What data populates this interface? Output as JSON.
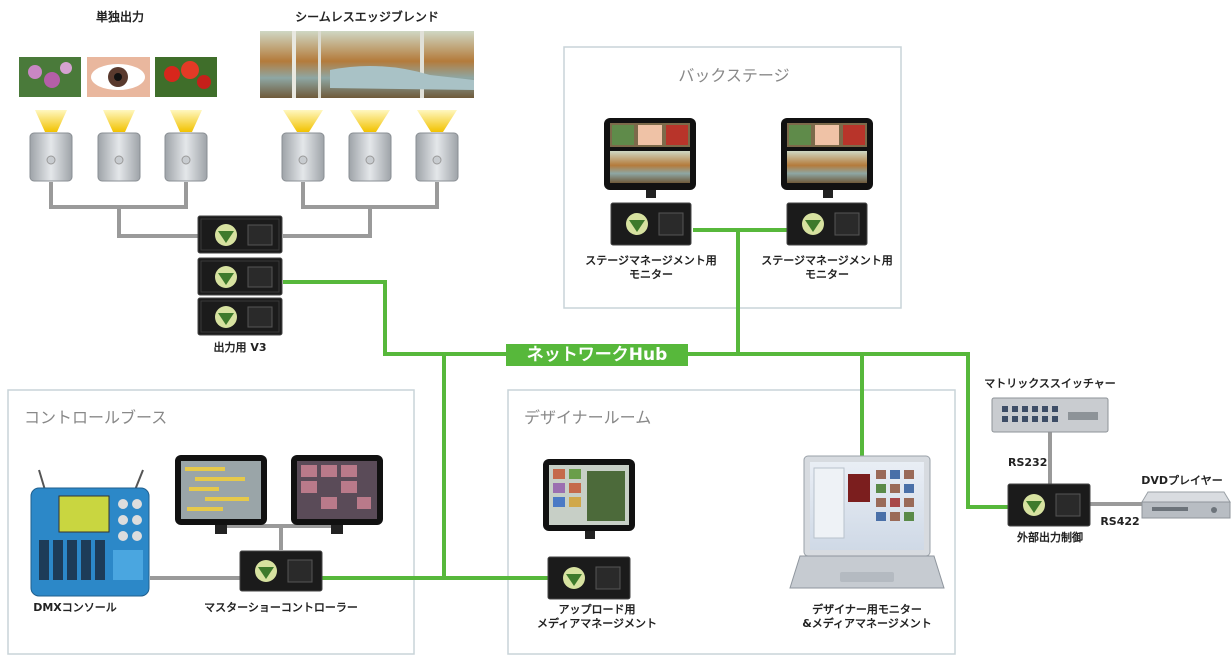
{
  "colors": {
    "network": "#57b83b",
    "cable": "#9a9a9a",
    "room_border": "#c8d4d8",
    "hub_bg": "#57b83b"
  },
  "titles": {
    "single_output": "単独出力",
    "edge_blend": "シームレスエッジブレンド"
  },
  "rooms": {
    "backstage": "バックステージ",
    "control_booth": "コントロールブース",
    "designer_room": "デザイナールーム"
  },
  "hub": {
    "label": "ネットワークHub"
  },
  "labels": {
    "output_v3": "出力用 V3",
    "stage_monitor_1": [
      "ステージマネージメント用",
      "モニター"
    ],
    "stage_monitor_2": [
      "ステージマネージメント用",
      "モニター"
    ],
    "matrix_switcher": "マトリックススイッチャー",
    "rs232": "RS232",
    "dvd_player": "DVDプレイヤー",
    "rs422": "RS422",
    "external_output": "外部出力制御",
    "dmx_console": "DMXコンソール",
    "master_show_controller": "マスターショーコントローラー",
    "upload_media": [
      "アップロード用",
      "メディアマネージメント"
    ],
    "designer_monitor": [
      "デザイナー用モニター",
      "&メディアマネージメント"
    ]
  },
  "icons": [
    "projector-icon",
    "media-server-icon",
    "monitor-icon",
    "laptop-icon",
    "dmx-console-icon",
    "matrix-switcher-icon",
    "dvd-player-icon"
  ]
}
